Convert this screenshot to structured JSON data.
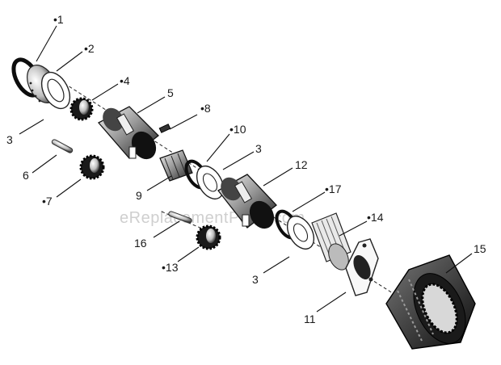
{
  "watermark": "eReplacementParts.com",
  "callouts": [
    {
      "id": "1",
      "text": "•1"
    },
    {
      "id": "2",
      "text": "•2"
    },
    {
      "id": "4",
      "text": "•4"
    },
    {
      "id": "5",
      "text": "5"
    },
    {
      "id": "3a",
      "text": "3"
    },
    {
      "id": "8",
      "text": "•8"
    },
    {
      "id": "10",
      "text": "•10"
    },
    {
      "id": "3b",
      "text": "3"
    },
    {
      "id": "6",
      "text": "6"
    },
    {
      "id": "12",
      "text": "12"
    },
    {
      "id": "7",
      "text": "•7"
    },
    {
      "id": "9",
      "text": "9"
    },
    {
      "id": "17",
      "text": "•17"
    },
    {
      "id": "14",
      "text": "•14"
    },
    {
      "id": "16",
      "text": "16"
    },
    {
      "id": "15",
      "text": "15"
    },
    {
      "id": "13",
      "text": "•13"
    },
    {
      "id": "3c",
      "text": "3"
    },
    {
      "id": "11",
      "text": "11"
    }
  ]
}
